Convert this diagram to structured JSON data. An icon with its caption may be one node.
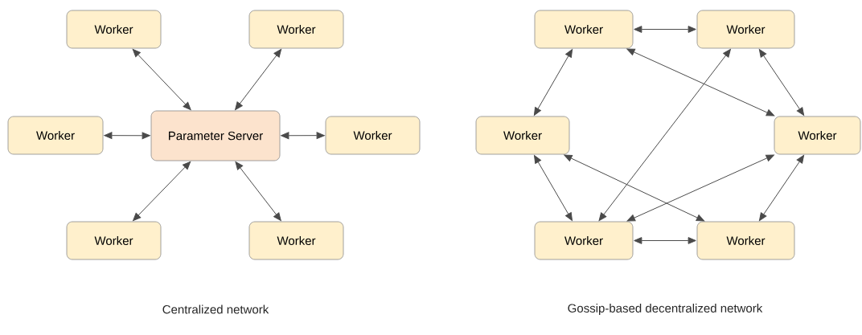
{
  "diagram": {
    "nodes": [
      {
        "text": [
          "Worker"
        ]
      },
      {
        "text": [
          "Worker"
        ]
      },
      {
        "text": [
          "Worker"
        ]
      },
      {
        "text": [
          "Parameter Server"
        ]
      },
      {
        "text": [
          "Worker"
        ]
      },
      {
        "text": [
          "Worker"
        ]
      },
      {
        "text": [
          "Worker"
        ]
      },
      {
        "text": [
          "Worker"
        ]
      },
      {
        "text": [
          "Worker"
        ]
      },
      {
        "text": [
          "Worker"
        ]
      },
      {
        "text": [
          "Worker"
        ]
      },
      {
        "text": [
          "Worker"
        ]
      },
      {
        "text": [
          "Worker"
        ]
      }
    ],
    "edges": [
      {
        "from": 0,
        "to": 3,
        "arrow": "both"
      },
      {
        "from": 1,
        "to": 3,
        "arrow": "both"
      },
      {
        "from": 2,
        "to": 3,
        "arrow": "both"
      },
      {
        "from": 4,
        "to": 3,
        "arrow": "both"
      },
      {
        "from": 5,
        "to": 3,
        "arrow": "both"
      },
      {
        "from": 6,
        "to": 3,
        "arrow": "both"
      },
      {
        "from": 7,
        "to": 8,
        "arrow": "both"
      },
      {
        "from": 7,
        "to": 9,
        "arrow": "both"
      },
      {
        "from": 7,
        "to": 10,
        "arrow": "both"
      },
      {
        "from": 8,
        "to": 10,
        "arrow": "both"
      },
      {
        "from": 8,
        "to": 11,
        "arrow": "both"
      },
      {
        "from": 9,
        "to": 11,
        "arrow": "both"
      },
      {
        "from": 9,
        "to": 12,
        "arrow": "both"
      },
      {
        "from": 10,
        "to": 11,
        "arrow": "both"
      },
      {
        "from": 10,
        "to": 12,
        "arrow": "both"
      },
      {
        "from": 11,
        "to": 12,
        "arrow": "both"
      }
    ],
    "labels": [
      "Centralized network",
      "Gossip-based decentralized network"
    ]
  }
}
